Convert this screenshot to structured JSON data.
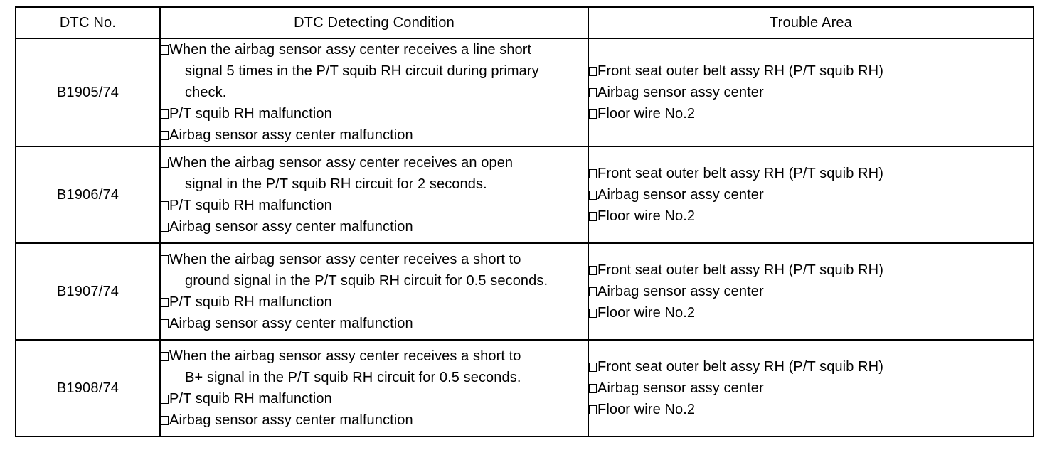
{
  "table": {
    "columns": [
      {
        "key": "dtc_no",
        "header": "DTC No."
      },
      {
        "key": "condition",
        "header": "DTC Detecting Condition"
      },
      {
        "key": "trouble_area",
        "header": "Trouble Area"
      }
    ],
    "bullet_glyph": "box-outline",
    "rows": [
      {
        "dtc_no": "B1905/74",
        "condition_items": [
          {
            "lines": [
              "When the airbag sensor assy center receives a line short",
              "signal 5 times in the P/T squib RH circuit during primary",
              "check."
            ]
          },
          {
            "lines": [
              "P/T squib RH malfunction"
            ]
          },
          {
            "lines": [
              "Airbag sensor assy center malfunction"
            ]
          }
        ],
        "trouble_area_items": [
          "Front seat outer belt assy RH (P/T squib RH)",
          "Airbag sensor assy center",
          "Floor wire No.2"
        ]
      },
      {
        "dtc_no": "B1906/74",
        "condition_items": [
          {
            "lines": [
              "When the airbag sensor assy center receives an open",
              "signal in the P/T squib RH circuit for 2 seconds."
            ]
          },
          {
            "lines": [
              "P/T squib RH malfunction"
            ]
          },
          {
            "lines": [
              "Airbag sensor assy center malfunction"
            ]
          }
        ],
        "trouble_area_items": [
          "Front seat outer belt assy RH (P/T squib RH)",
          "Airbag sensor assy center",
          "Floor wire No.2"
        ]
      },
      {
        "dtc_no": "B1907/74",
        "condition_items": [
          {
            "lines": [
              "When the airbag sensor assy center receives a short to",
              "ground signal in the P/T squib RH circuit for 0.5 seconds."
            ]
          },
          {
            "lines": [
              "P/T squib RH malfunction"
            ]
          },
          {
            "lines": [
              "Airbag sensor assy center malfunction"
            ]
          }
        ],
        "trouble_area_items": [
          "Front seat outer belt assy RH (P/T squib RH)",
          "Airbag sensor assy center",
          "Floor wire No.2"
        ]
      },
      {
        "dtc_no": "B1908/74",
        "condition_items": [
          {
            "lines": [
              "When the airbag sensor assy center receives a short to",
              "B+ signal in the P/T squib RH circuit for 0.5 seconds."
            ]
          },
          {
            "lines": [
              "P/T squib RH malfunction"
            ]
          },
          {
            "lines": [
              "Airbag sensor assy center malfunction"
            ]
          }
        ],
        "trouble_area_items": [
          "Front seat outer belt assy RH (P/T squib RH)",
          "Airbag sensor assy center",
          "Floor wire No.2"
        ]
      }
    ]
  },
  "style": {
    "border_color": "#000000",
    "text_color": "#000000",
    "background_color": "#ffffff"
  }
}
